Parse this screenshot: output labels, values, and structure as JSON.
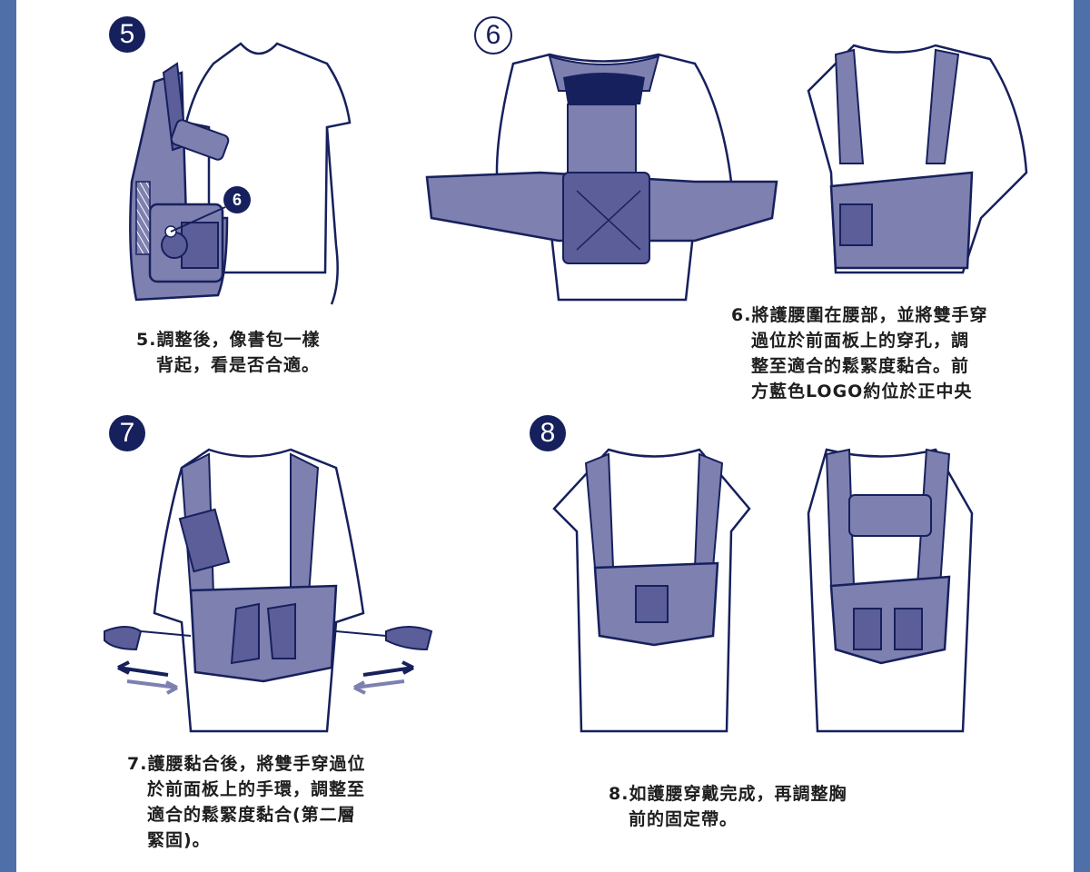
{
  "page": {
    "border_color": "#4e6fa7",
    "ink_color": "#16205c",
    "strap_color": "#7e80b0",
    "pad_color": "#5b5e98"
  },
  "steps": [
    {
      "number": "5",
      "callout": "6",
      "caption_lines": [
        "5.調整後，像書包一樣",
        "背起，看是否合適。"
      ]
    },
    {
      "number": "6",
      "caption_lines": [
        "6.將護腰圍在腰部，並將雙手穿",
        "過位於前面板上的穿孔，調",
        "整至適合的鬆緊度黏合。前",
        "方藍色LOGO約位於正中央"
      ]
    },
    {
      "number": "7",
      "caption_lines": [
        "7.護腰黏合後，將雙手穿過位",
        "於前面板上的手環，調整至",
        "適合的鬆緊度黏合(第二層",
        "緊固)。"
      ]
    },
    {
      "number": "8",
      "caption_lines": [
        "8.如護腰穿戴完成，再調整胸",
        "前的固定帶。"
      ]
    }
  ]
}
